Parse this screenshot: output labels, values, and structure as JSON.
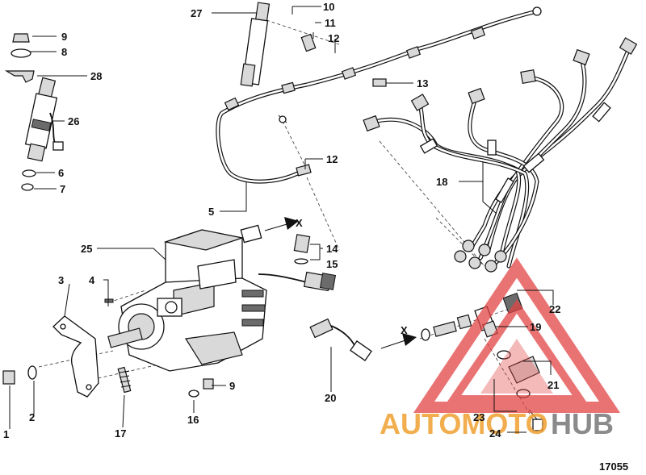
{
  "diagram": {
    "figure_number": "17055",
    "arrow_marker": "X",
    "part_numbers": [
      "1",
      "2",
      "3",
      "4",
      "5",
      "6",
      "7",
      "8",
      "9",
      "10",
      "11",
      "12",
      "13",
      "14",
      "15",
      "16",
      "17",
      "18",
      "19",
      "20",
      "21",
      "22",
      "23",
      "24",
      "25",
      "26",
      "27",
      "28"
    ],
    "watermark": {
      "brand": "AUTOMOTOHUB",
      "color_primary": "#f0a030",
      "color_secondary": "#777777",
      "triangle_color": "#e24545"
    }
  }
}
